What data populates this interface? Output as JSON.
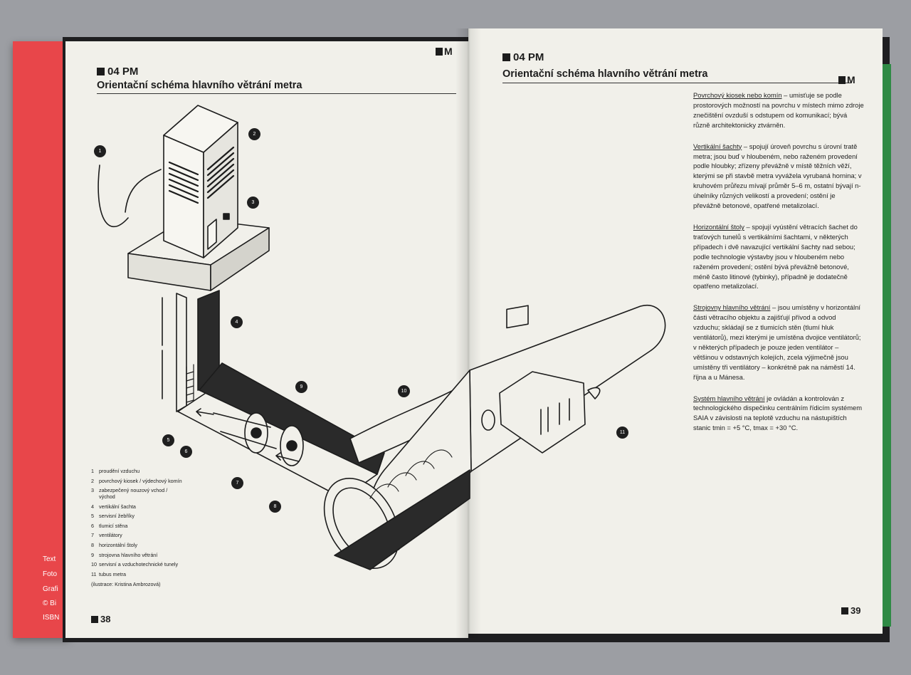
{
  "colors": {
    "ink": "#1c1c1c",
    "paper": "#f1f0ea",
    "red_book": "#e8464a",
    "green_edge": "#2f8a45"
  },
  "back_book_lines": [
    "Text",
    "Foto",
    "Grafi",
    "© Bi",
    "ISBN"
  ],
  "left_page": {
    "badge": "04 PM",
    "title": "Orientační schéma hlavního větrání metra",
    "corner_mark": "M",
    "page_number": "38",
    "callouts": [
      "1",
      "2",
      "3",
      "4",
      "5",
      "6",
      "7",
      "8",
      "9",
      "10",
      "11"
    ],
    "legend": [
      {
        "n": "1",
        "t": "proudění vzduchu"
      },
      {
        "n": "2",
        "t": "povrchový kiosek / výdechový komín"
      },
      {
        "n": "3",
        "t": "zabezpečený nouzový vchod / východ"
      },
      {
        "n": "4",
        "t": "vertikální šachta"
      },
      {
        "n": "5",
        "t": "servisní žebříky"
      },
      {
        "n": "6",
        "t": "tlumicí stěna"
      },
      {
        "n": "7",
        "t": "ventilátory"
      },
      {
        "n": "8",
        "t": "horizontální štoly"
      },
      {
        "n": "9",
        "t": "strojovna hlavního větrání"
      },
      {
        "n": "10",
        "t": "servisní a vzduchotechnické tunely"
      },
      {
        "n": "11",
        "t": "tubus metra"
      }
    ],
    "credit": "(ilustrace: Kristina Ambrozová)"
  },
  "right_page": {
    "badge": "04 PM",
    "title": "Orientační schéma hlavního větrání metra",
    "corner_mark": "M",
    "page_number": "39",
    "paragraphs": [
      {
        "lead": "Povrchový kiosek nebo komín",
        "body": " – umisťuje se podle prostorových možností na povrchu v místech mimo zdroje znečištění ovzduší s odstupem od komunikací; bývá různě architektonicky ztvárněn."
      },
      {
        "lead": "Vertikální šachty",
        "body": " – spojují úroveň povrchu s úrovní tratě metra; jsou buď v hloubeném, nebo raženém provedení podle hloubky; zřízeny převážně v místě těžních věží, kterými se při stavbě metra vyvážela vyrubaná hornina; v kruhovém průřezu mívají průměr 5–6 m, ostatní bývají n-úhelníky různých velikostí a provedení; ostění je převážně betonové, opatřené metalizolací."
      },
      {
        "lead": "Horizontální štoly",
        "body": " – spojují vyústění větracích šachet do traťových tunelů s vertikálními šachtami, v některých případech i dvě navazující vertikální šachty nad sebou; podle technologie výstavby jsou v hloubeném nebo raženém provedení; ostění bývá převážně betonové, méně často litinové (tybinky), případně je dodatečně opatřeno metalizolací."
      },
      {
        "lead": "Strojovny hlavního větrání",
        "body": " – jsou umístěny v horizontální části větracího objektu a zajišťují přívod a odvod vzduchu; skládají se z tlumicích stěn (tlumí hluk ventilátorů), mezi kterými je umístěna dvojice ventilátorů; v některých případech je pouze jeden ventilátor – většinou v odstavných kolejích, zcela výjimečně jsou umístěny tři ventilátory – konkrétně pak na náměstí 14. října a u Mánesa."
      },
      {
        "lead": "Systém hlavního větrání",
        "body": " je ovládán a kontrolován z technologického dispečinku centrálním řídicím systémem SAIA v závislosti na teplotě vzduchu na nástupištích stanic tmin = +5 °C, tmax = +30 °C."
      }
    ]
  }
}
